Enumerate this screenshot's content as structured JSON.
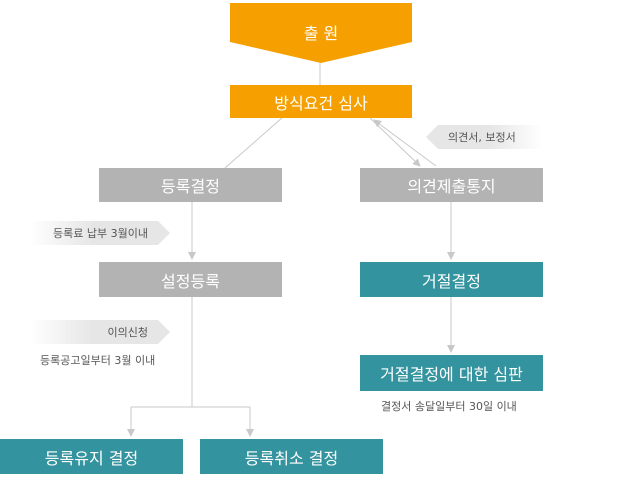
{
  "nodes": {
    "application": "출 원",
    "formality_exam": "방식요건 심사",
    "registration_decision": "등록결정",
    "opinion_notice": "의견제출통지",
    "setup_registration": "설정등록",
    "rejection_decision": "거절결정",
    "rejection_trial": "거절결정에 대한 심판",
    "maintain_decision": "등록유지 결정",
    "cancel_decision": "등록취소 결정"
  },
  "annotations": {
    "opinion_docs": "의견서, 보정서",
    "fee_payment": "등록료 납부 3월이내",
    "objection": "이의신청",
    "objection_period": "등록공고일부터 3월 이내",
    "trial_period": "결정서 송달일부터 30일 이내"
  },
  "colors": {
    "orange": "#f5a000",
    "gray": "#b3b3b3",
    "teal": "#33939e",
    "line": "#c8c8c8"
  }
}
